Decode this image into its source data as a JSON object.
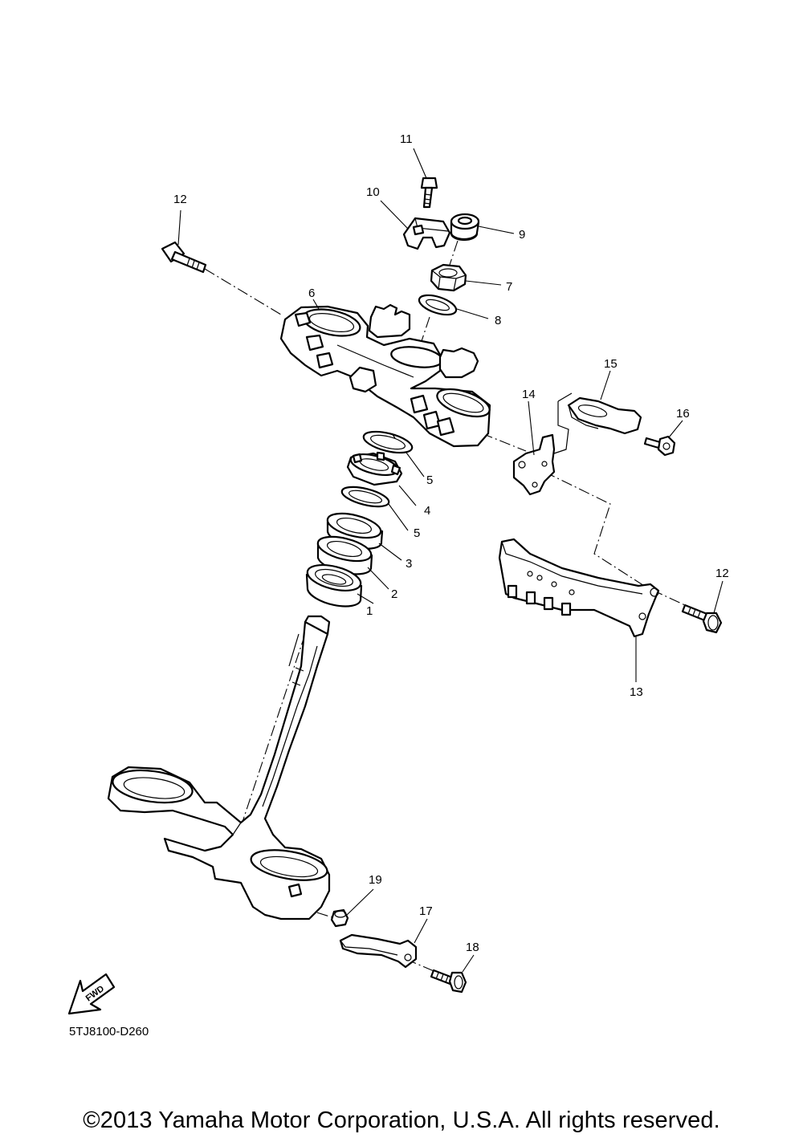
{
  "callouts": {
    "c1": "1",
    "c2": "2",
    "c3": "3",
    "c4": "4",
    "c5a": "5",
    "c5b": "5",
    "c6": "6",
    "c7": "7",
    "c8": "8",
    "c9": "9",
    "c10": "10",
    "c11": "11",
    "c12a": "12",
    "c12b": "12",
    "c13": "13",
    "c14": "14",
    "c15": "15",
    "c16": "16",
    "c17": "17",
    "c18": "18",
    "c19": "19"
  },
  "fwd_label": "FWD",
  "diagram_code": "5TJ8100-D260",
  "copyright": "©2013 Yamaha Motor Corporation, U.S.A. All rights reserved."
}
